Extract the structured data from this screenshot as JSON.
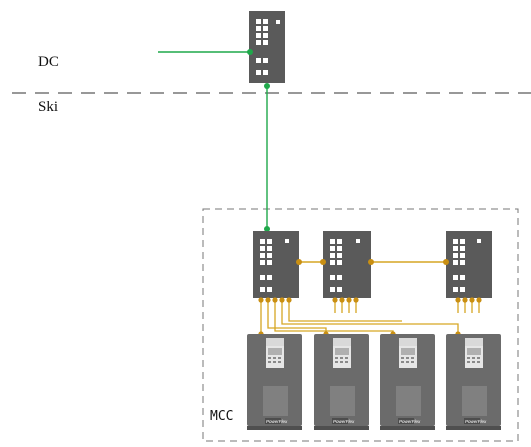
{
  "labels": {
    "dc": "DC",
    "ski": "Ski",
    "mcc": "MCC"
  },
  "drives": {
    "brand_text": "PowerFlex"
  },
  "colors": {
    "ethernet_line": "#1fa84a",
    "device_link": "#d6a623",
    "node_dot_green": "#1fa84a",
    "node_dot_gold": "#c98f12",
    "switch_body": "#5a5a5a",
    "drive_body": "#6b6b6b",
    "zone_border": "#777777"
  }
}
